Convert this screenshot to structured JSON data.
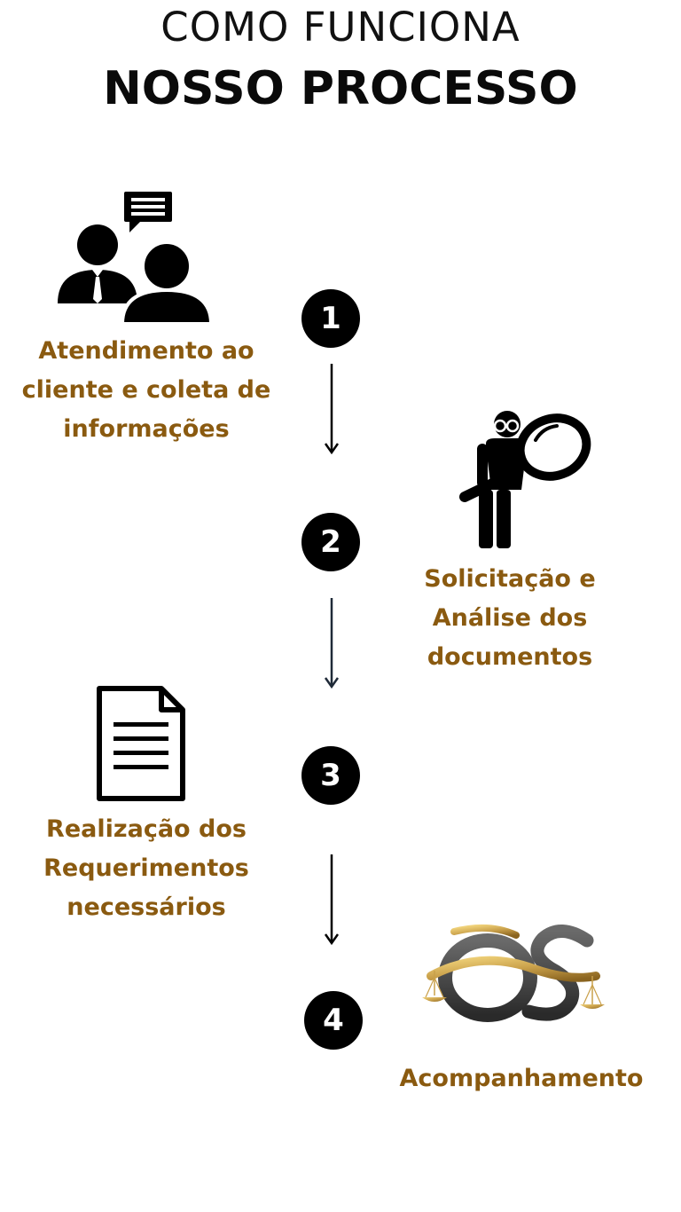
{
  "header": {
    "line1": "COMO FUNCIONA",
    "line2": "NOSSO PROCESSO"
  },
  "colors": {
    "accent": "#8a5a10",
    "dark": "#000000",
    "gold": "#c9a04a"
  },
  "steps": [
    {
      "number": "1",
      "label": "Atendimento ao\ncliente e coleta de\ninformações",
      "icon": "customer-service-icon"
    },
    {
      "number": "2",
      "label": "Solicitação e\nAnálise dos\ndocumentos",
      "icon": "magnifier-person-icon"
    },
    {
      "number": "3",
      "label": "Realização dos\nRequerimentos\nnecessários",
      "icon": "document-icon"
    },
    {
      "number": "4",
      "label": "Acompanhamento",
      "icon": "os-logo-icon"
    }
  ]
}
